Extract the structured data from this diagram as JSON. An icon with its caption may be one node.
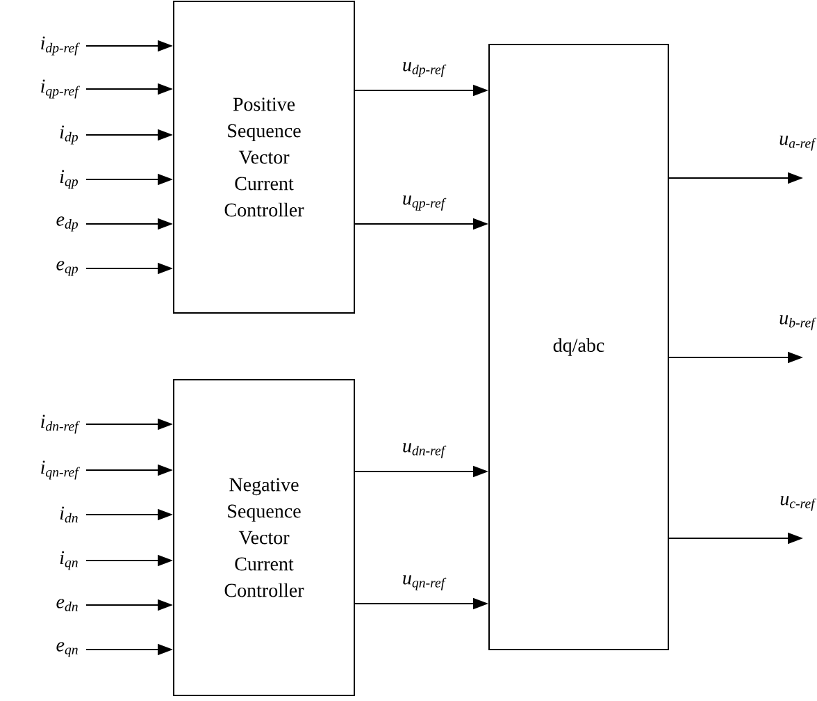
{
  "diagram": {
    "nodes": [
      {
        "text": [
          "Positive Sequence Vector Current Controller"
        ]
      },
      {
        "text": [
          "Negative Sequence Vector Current Controller"
        ]
      },
      {
        "text": [
          "dq/abc"
        ]
      },
      {
        "text": [
          "i$_{dp-ref}$"
        ]
      },
      {
        "text": [
          "i$_{qp-ref}$"
        ]
      },
      {
        "text": [
          "i$_{dp}$"
        ]
      },
      {
        "text": [
          "i$_{qp}$"
        ]
      },
      {
        "text": [
          "e$_{dp}$"
        ]
      },
      {
        "text": [
          "e$_{qp}$"
        ]
      },
      {
        "text": [
          "i$_{dn-ref}$"
        ]
      },
      {
        "text": [
          "i$_{qn-ref}$"
        ]
      },
      {
        "text": [
          "i$_{dn}$"
        ]
      },
      {
        "text": [
          "i$_{qn}$"
        ]
      },
      {
        "text": [
          "e$_{dn}$"
        ]
      },
      {
        "text": [
          "e$_{qn}$"
        ]
      }
    ],
    "edges": [
      {
        "from": 3,
        "to": 0,
        "arrow": "to"
      },
      {
        "from": 4,
        "to": 0,
        "arrow": "to"
      },
      {
        "from": 5,
        "to": 0,
        "arrow": "to"
      },
      {
        "from": 6,
        "to": 0,
        "arrow": "to"
      },
      {
        "from": 7,
        "to": 0,
        "arrow": "to"
      },
      {
        "from": 8,
        "to": 0,
        "arrow": "to"
      },
      {
        "from": 9,
        "to": 1,
        "arrow": "to"
      },
      {
        "from": 10,
        "to": 1,
        "arrow": "to"
      },
      {
        "from": 11,
        "to": 1,
        "arrow": "to"
      },
      {
        "from": 12,
        "to": 1,
        "arrow": "to"
      },
      {
        "from": 13,
        "to": 1,
        "arrow": "to"
      },
      {
        "from": 14,
        "to": 1,
        "arrow": "to"
      },
      {
        "from": 0,
        "to": 2,
        "arrow": "to",
        "label": "u$_{dp-ref}$"
      },
      {
        "from": 0,
        "to": 2,
        "arrow": "to",
        "label": "u$_{qp-ref}$"
      },
      {
        "from": 1,
        "to": 2,
        "arrow": "to",
        "label": "u$_{dn-ref}$"
      },
      {
        "from": 1,
        "to": 2,
        "arrow": "to",
        "label": "u$_{qn-ref}$"
      },
      {
        "from": 2,
        "to": null,
        "arrow": "to",
        "label": "u$_{a-ref}$"
      },
      {
        "from": 2,
        "to": null,
        "arrow": "to",
        "label": "u$_{b-ref}$"
      },
      {
        "from": 2,
        "to": null,
        "arrow": "to",
        "label": "u$_{c-ref}$"
      }
    ]
  }
}
